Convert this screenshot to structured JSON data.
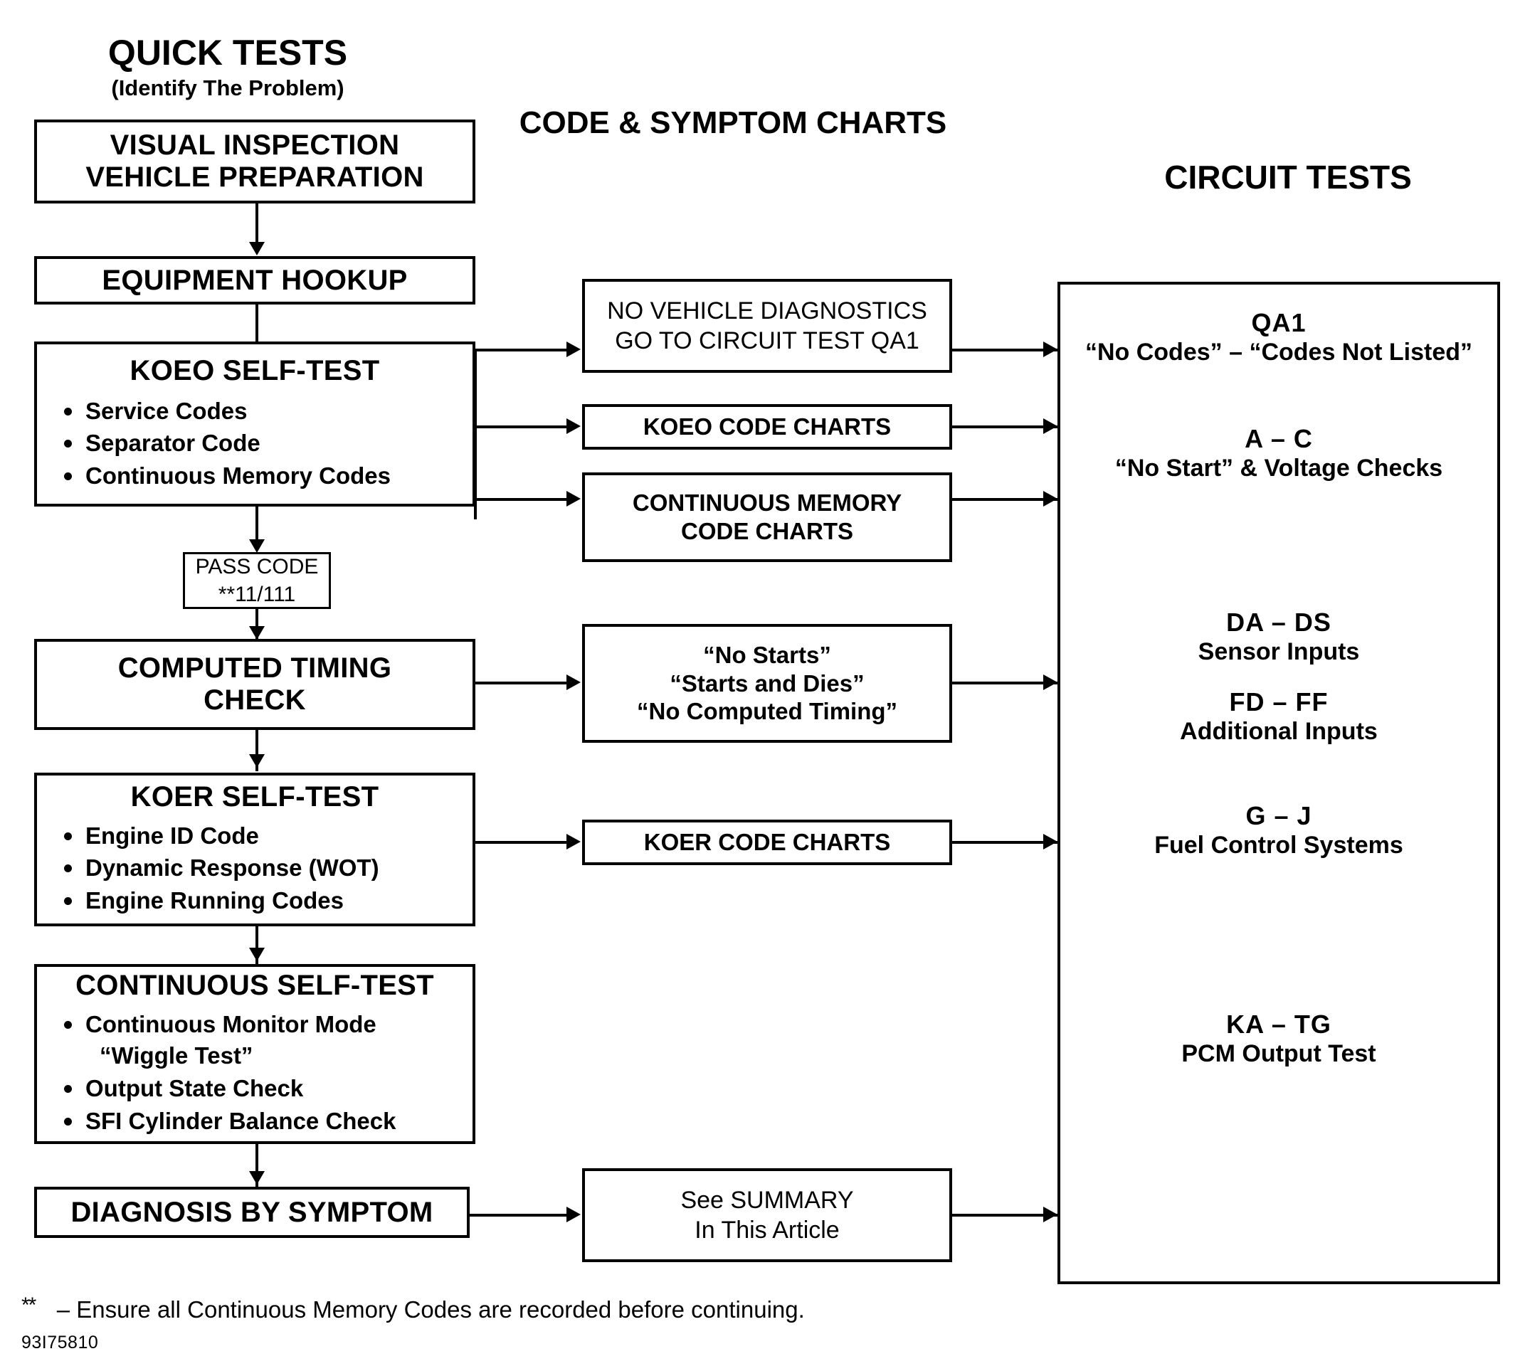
{
  "headings": {
    "quick_tests": "QUICK TESTS",
    "quick_tests_sub": "(Identify The Problem)",
    "code_symptom_charts": "CODE & SYMPTOM CHARTS",
    "circuit_tests": "CIRCUIT TESTS"
  },
  "quick_tests_column": {
    "visual_inspection": {
      "line1": "VISUAL INSPECTION",
      "line2": "VEHICLE PREPARATION"
    },
    "equipment_hookup": "EQUIPMENT HOOKUP",
    "koeo_self_test": {
      "title": "KOEO SELF-TEST",
      "bullets": [
        "Service Codes",
        "Separator Code",
        "Continuous Memory Codes"
      ]
    },
    "pass_code": {
      "line1": "PASS CODE",
      "line2": "**11/111"
    },
    "computed_timing_check": {
      "line1": "COMPUTED TIMING",
      "line2": "CHECK"
    },
    "koer_self_test": {
      "title": "KOER SELF-TEST",
      "bullets": [
        "Engine ID Code",
        "Dynamic Response (WOT)",
        "Engine Running Codes"
      ]
    },
    "continuous_self_test": {
      "title": "CONTINUOUS SELF-TEST",
      "bullets": [
        "Continuous Monitor Mode",
        "“Wiggle Test”",
        "Output State Check",
        "SFI Cylinder Balance Check"
      ]
    },
    "diagnosis_by_symptom": "DIAGNOSIS BY SYMPTOM"
  },
  "code_symptom_column": {
    "no_vehicle_diagnostics": {
      "line1": "NO VEHICLE DIAGNOSTICS",
      "line2": "GO TO CIRCUIT TEST QA1"
    },
    "koeo_code_charts": "KOEO CODE CHARTS",
    "continuous_memory_code_charts": {
      "line1": "CONTINUOUS MEMORY",
      "line2": "CODE CHARTS"
    },
    "no_starts": {
      "line1": "“No Starts”",
      "line2": "“Starts and Dies”",
      "line3": "“No Computed Timing”"
    },
    "koer_code_charts": "KOER CODE CHARTS",
    "see_summary": {
      "line1": "See SUMMARY",
      "line2": "In This Article"
    }
  },
  "circuit_tests_panel": {
    "items": [
      {
        "code": "QA1",
        "desc": "“No Codes” – “Codes Not Listed”"
      },
      {
        "code": "A – C",
        "desc": "“No Start” & Voltage Checks"
      },
      {
        "code": "DA – DS",
        "desc": "Sensor Inputs"
      },
      {
        "code": "FD – FF",
        "desc": "Additional Inputs"
      },
      {
        "code": "G – J",
        "desc": "Fuel Control Systems"
      },
      {
        "code": "KA – TG",
        "desc": "PCM Output Test"
      }
    ]
  },
  "footnotes": {
    "asterisk_marker": "**",
    "asterisk_note": "– Ensure all Continuous Memory Codes are recorded before continuing.",
    "document_id": "93I75810"
  },
  "colors": {
    "ink": "#000000",
    "paper": "#ffffff"
  }
}
